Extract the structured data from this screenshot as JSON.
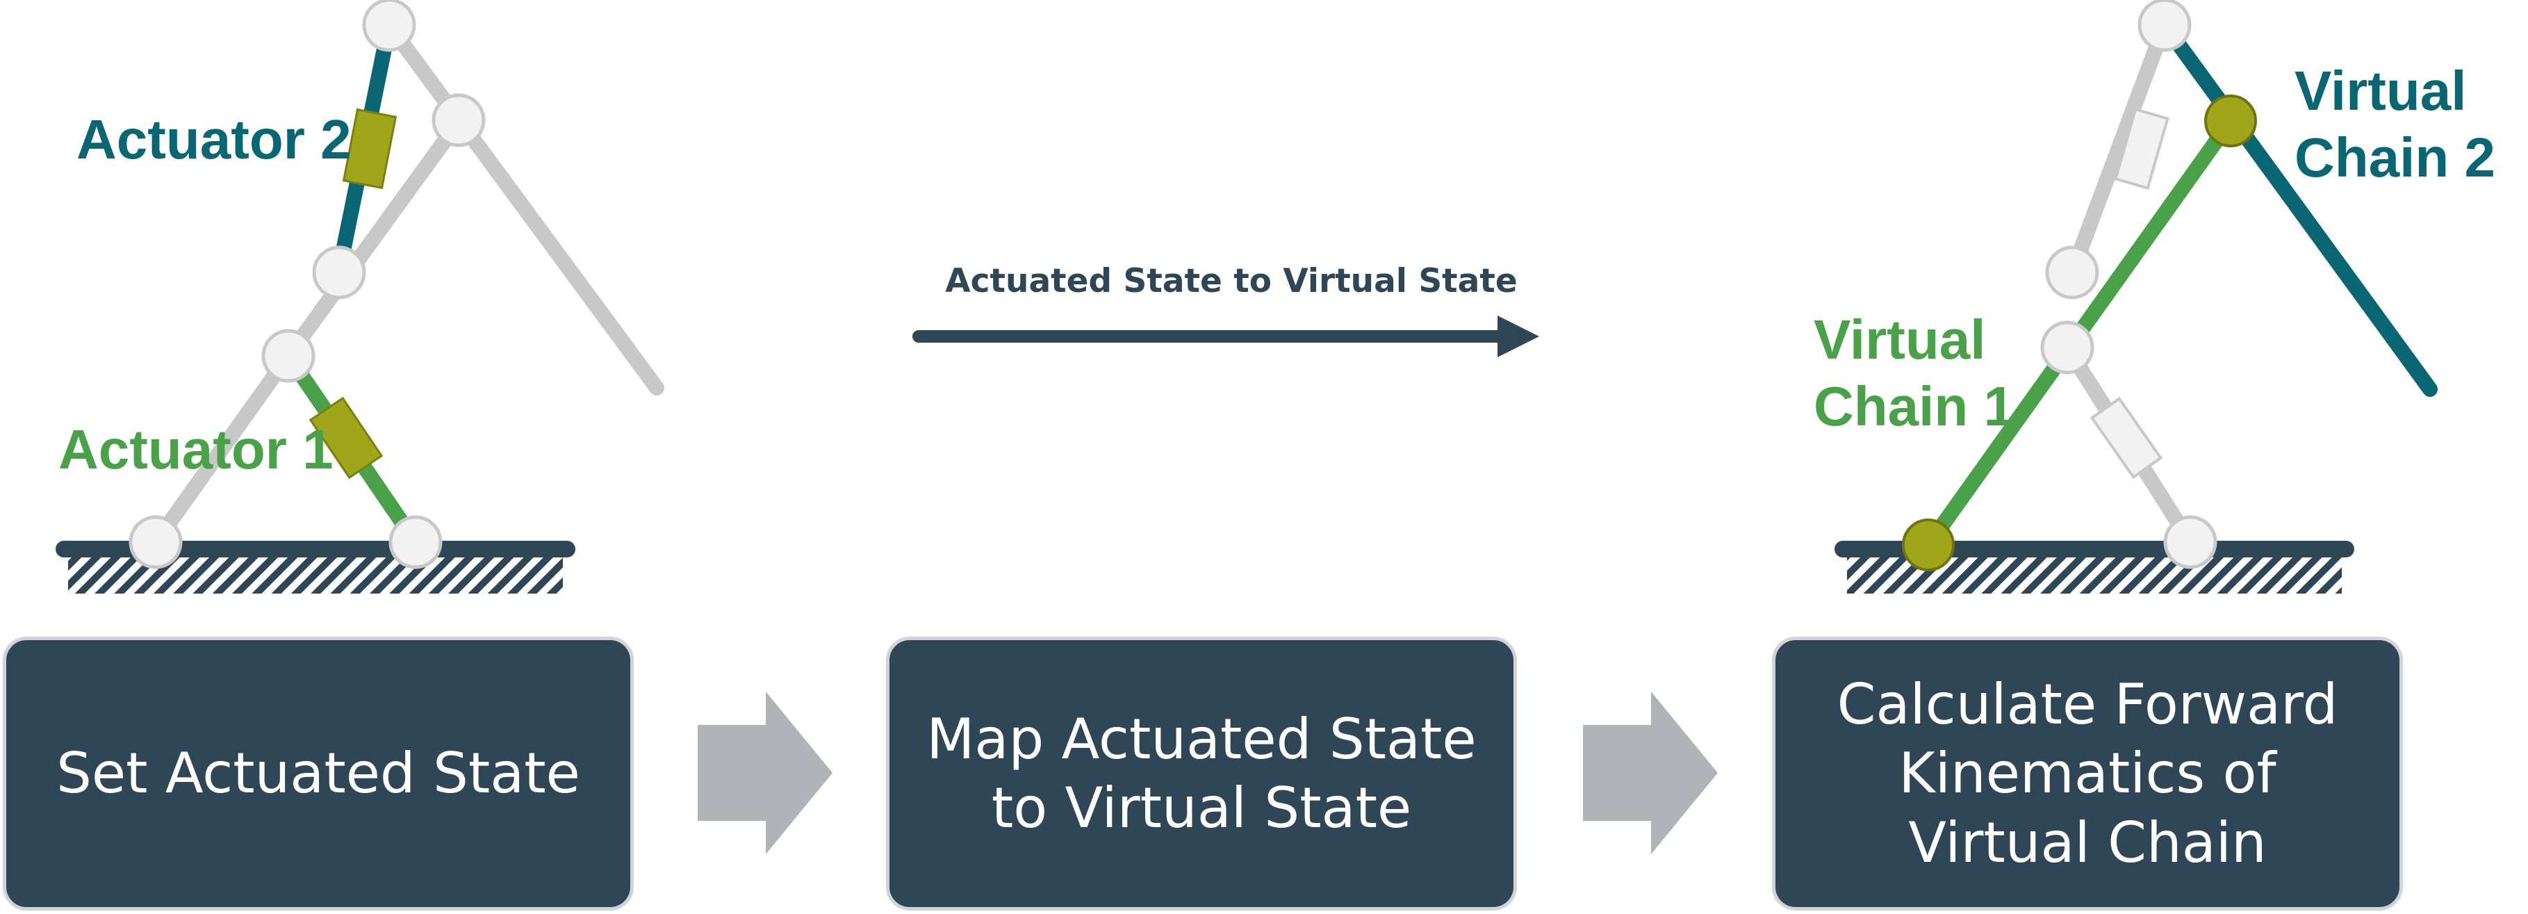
{
  "left_figure": {
    "actuator_1_label": "Actuator 1",
    "actuator_2_label": "Actuator 2"
  },
  "middle": {
    "transition_label": "Actuated State to Virtual State"
  },
  "right_figure": {
    "virtual_chain_1_label": [
      "Virtual",
      "Chain 1"
    ],
    "virtual_chain_2_label": [
      "Virtual",
      "Chain 2"
    ]
  },
  "steps": [
    {
      "label": "Set Actuated State"
    },
    {
      "label": "Map Actuated State to Virtual State"
    },
    {
      "label": "Calculate Forward Kinematics of Virtual Chain"
    }
  ],
  "colors": {
    "navy": "#2f4656",
    "teal": "#0a6673",
    "green": "#4aa14a",
    "olive": "#9fa619",
    "link_gray": "#c8c8c8",
    "joint_fill": "#f2f2f2",
    "arrow_gray": "#b0b4b8"
  }
}
